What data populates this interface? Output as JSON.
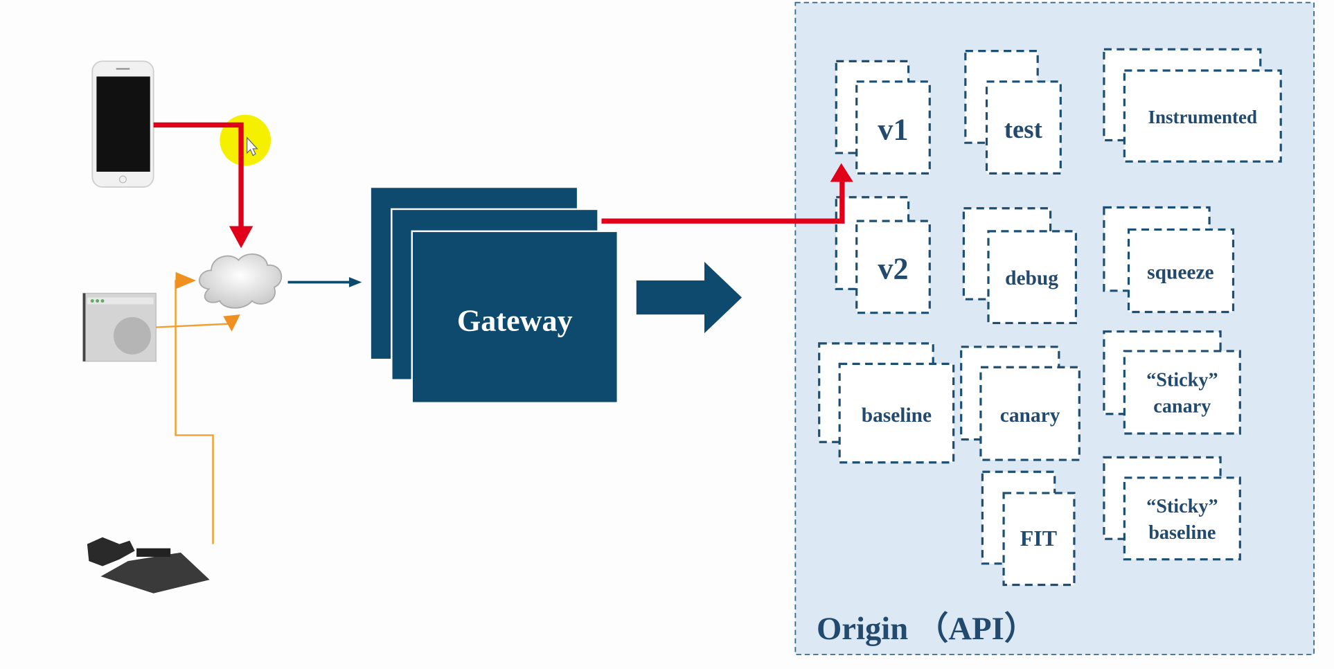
{
  "colors": {
    "gateway": "#0d4a6e",
    "origin_bg": "#dce9f4",
    "origin_border": "#1d4f72",
    "request_path": "#e0001a",
    "secondary_path": "#f0a030",
    "cursor_highlight": "#f4f000"
  },
  "clients": [
    {
      "name": "phone",
      "icon": "smartphone-icon"
    },
    {
      "name": "browser",
      "icon": "browser-window-icon"
    },
    {
      "name": "game-console",
      "icon": "game-console-icon"
    }
  ],
  "network": {
    "icon": "cloud-icon"
  },
  "gateway": {
    "label": "Gateway"
  },
  "origin": {
    "label": "Origin （API）",
    "clusters": [
      {
        "label": "v1"
      },
      {
        "label": "test"
      },
      {
        "label": "Instrumented"
      },
      {
        "label": "v2"
      },
      {
        "label": "debug"
      },
      {
        "label": "squeeze"
      },
      {
        "label": "baseline"
      },
      {
        "label": "canary"
      },
      {
        "label_line1": "“Sticky”",
        "label_line2": "canary"
      },
      {
        "label": "FIT"
      },
      {
        "label_line1": "“Sticky”",
        "label_line2": "baseline"
      }
    ]
  }
}
